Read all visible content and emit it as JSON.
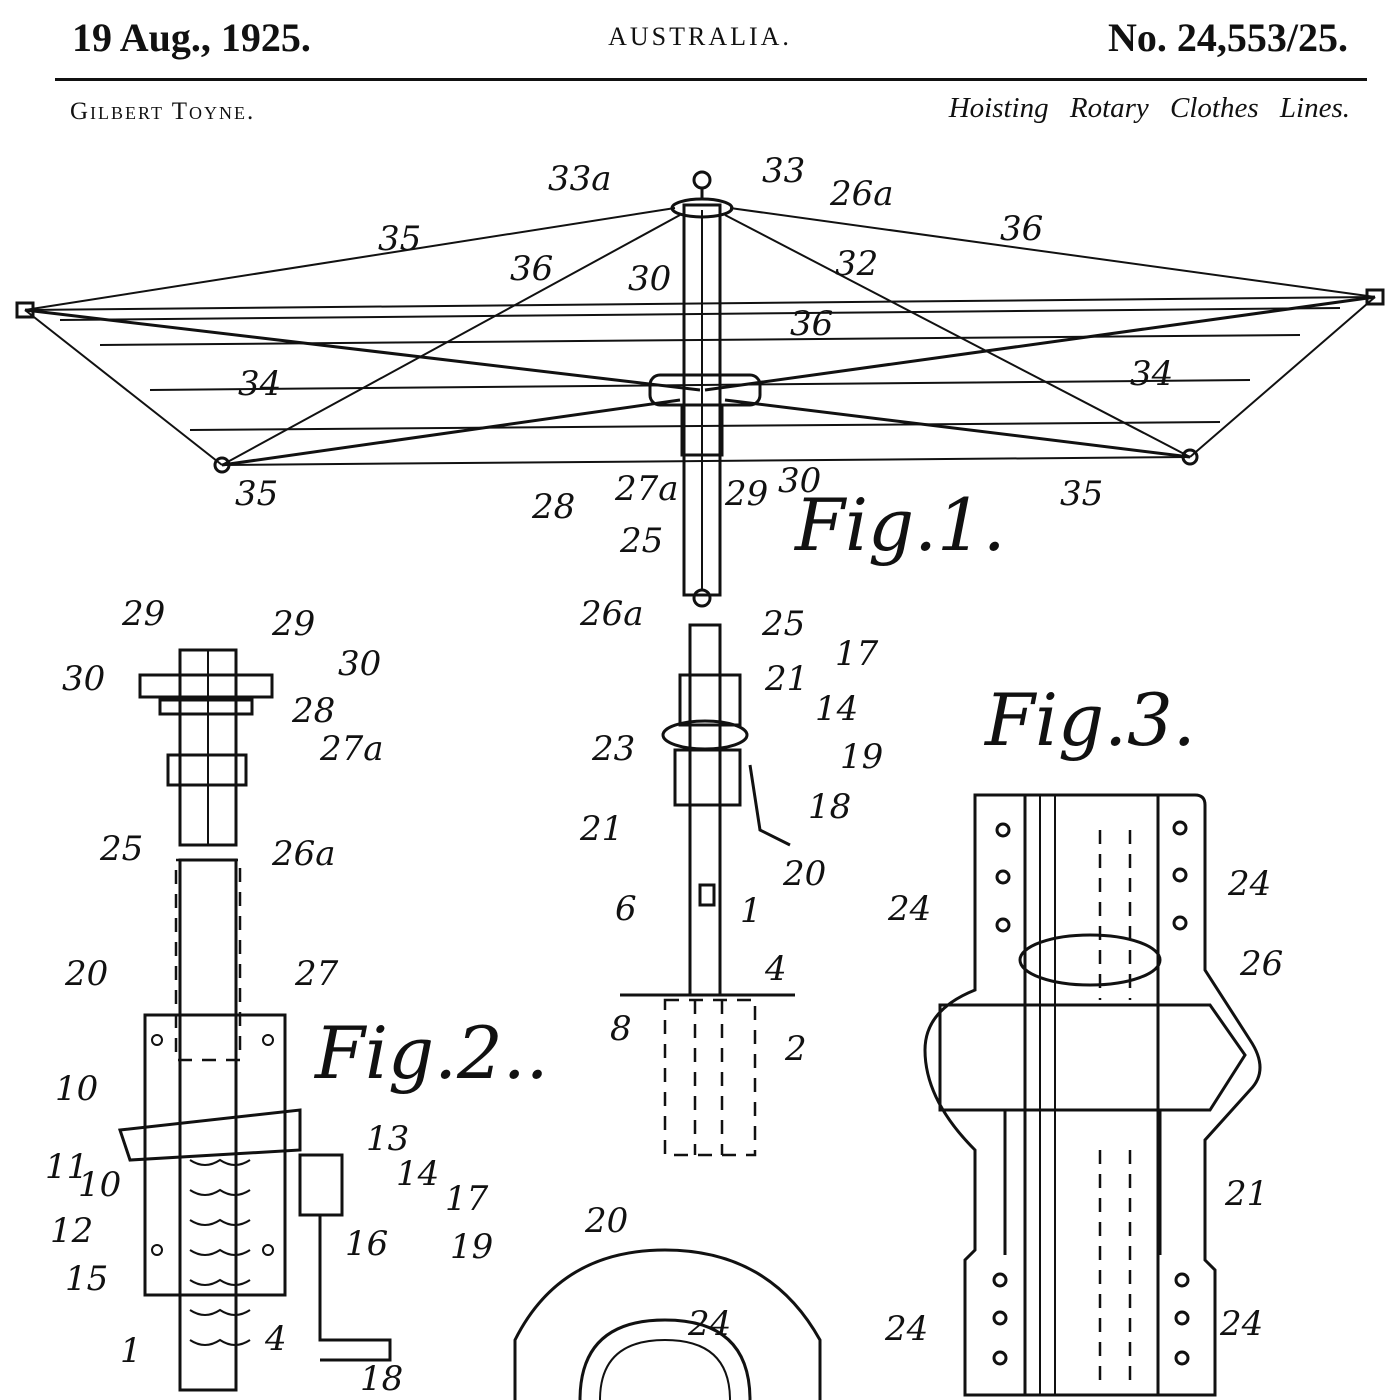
{
  "header": {
    "date": "19 Aug., 1925.",
    "country": "AUSTRALIA.",
    "number": "No. 24,553/25.",
    "inventor": "Gilbert Toyne.",
    "title": "Hoisting Rotary Clothes Lines."
  },
  "figures": {
    "fig1": "Fig.1.",
    "fig2": "Fig.2..",
    "fig3": "Fig.3."
  },
  "labels": {
    "l33a": "33a",
    "l33": "33",
    "l26a_top": "26a",
    "l35_top": "35",
    "l36_left": "36",
    "l36_right": "36",
    "l36_mid": "36",
    "l30_f1": "30",
    "l32": "32",
    "l34_left": "34",
    "l34_right": "34",
    "l35_bl": "35",
    "l35_br": "35",
    "l28_f1": "28",
    "l27a_f1": "27a",
    "l29_f1": "29",
    "l30_f1b": "30",
    "l25_f1": "25",
    "l26a_f1": "26a",
    "l29a": "29",
    "l29b": "29",
    "l30a": "30",
    "l30b": "30",
    "l28_f2": "28",
    "l27a_f2": "27a",
    "l25_f2": "25",
    "l26a_f2": "26a",
    "l20_f2": "20",
    "l27_f2": "27",
    "l10a": "10",
    "l10b": "10",
    "l11": "11",
    "l13": "13",
    "l14_f2": "14",
    "l12": "12",
    "l17_f2": "17",
    "l16": "16",
    "l19_f2": "19",
    "l15": "15",
    "l1_f2": "1",
    "l4_f2": "4",
    "l18_f2": "18",
    "l25_m": "25",
    "l21_m": "21",
    "l17_m": "17",
    "l14_m": "14",
    "l23": "23",
    "l19_m": "19",
    "l18_m": "18",
    "l21_m2": "21",
    "l20_m": "20",
    "l6": "6",
    "l1_m": "1",
    "l4_m": "4",
    "l8": "8",
    "l2": "2",
    "l20_b": "20",
    "l24_b": "24",
    "l24_a": "24",
    "l24_b2": "24",
    "l26": "26",
    "l21_f3": "21",
    "l24_c": "24",
    "l24_d": "24"
  }
}
